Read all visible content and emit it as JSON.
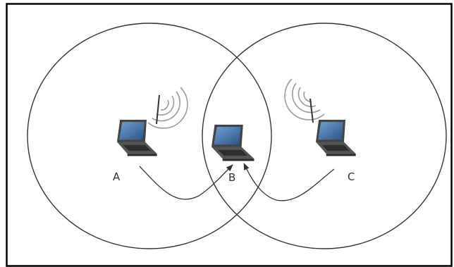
{
  "diagram": {
    "nodes": [
      {
        "id": "A",
        "label": "A",
        "antenna": "wifi-signal-icon",
        "range": "left"
      },
      {
        "id": "B",
        "label": "B",
        "antenna": "none",
        "range": "none"
      },
      {
        "id": "C",
        "label": "C",
        "antenna": "wifi-signal-icon",
        "range": "right"
      }
    ],
    "links": [
      {
        "from": "A",
        "to": "B"
      },
      {
        "from": "C",
        "to": "B"
      }
    ],
    "colors": {
      "frame": "#000000",
      "range_circle": "#333333",
      "arrow": "#333333",
      "laptop_body": "#3a3a3a",
      "laptop_screen": "#3f6fa6",
      "wifi_waves": "#9a9a9a"
    }
  }
}
